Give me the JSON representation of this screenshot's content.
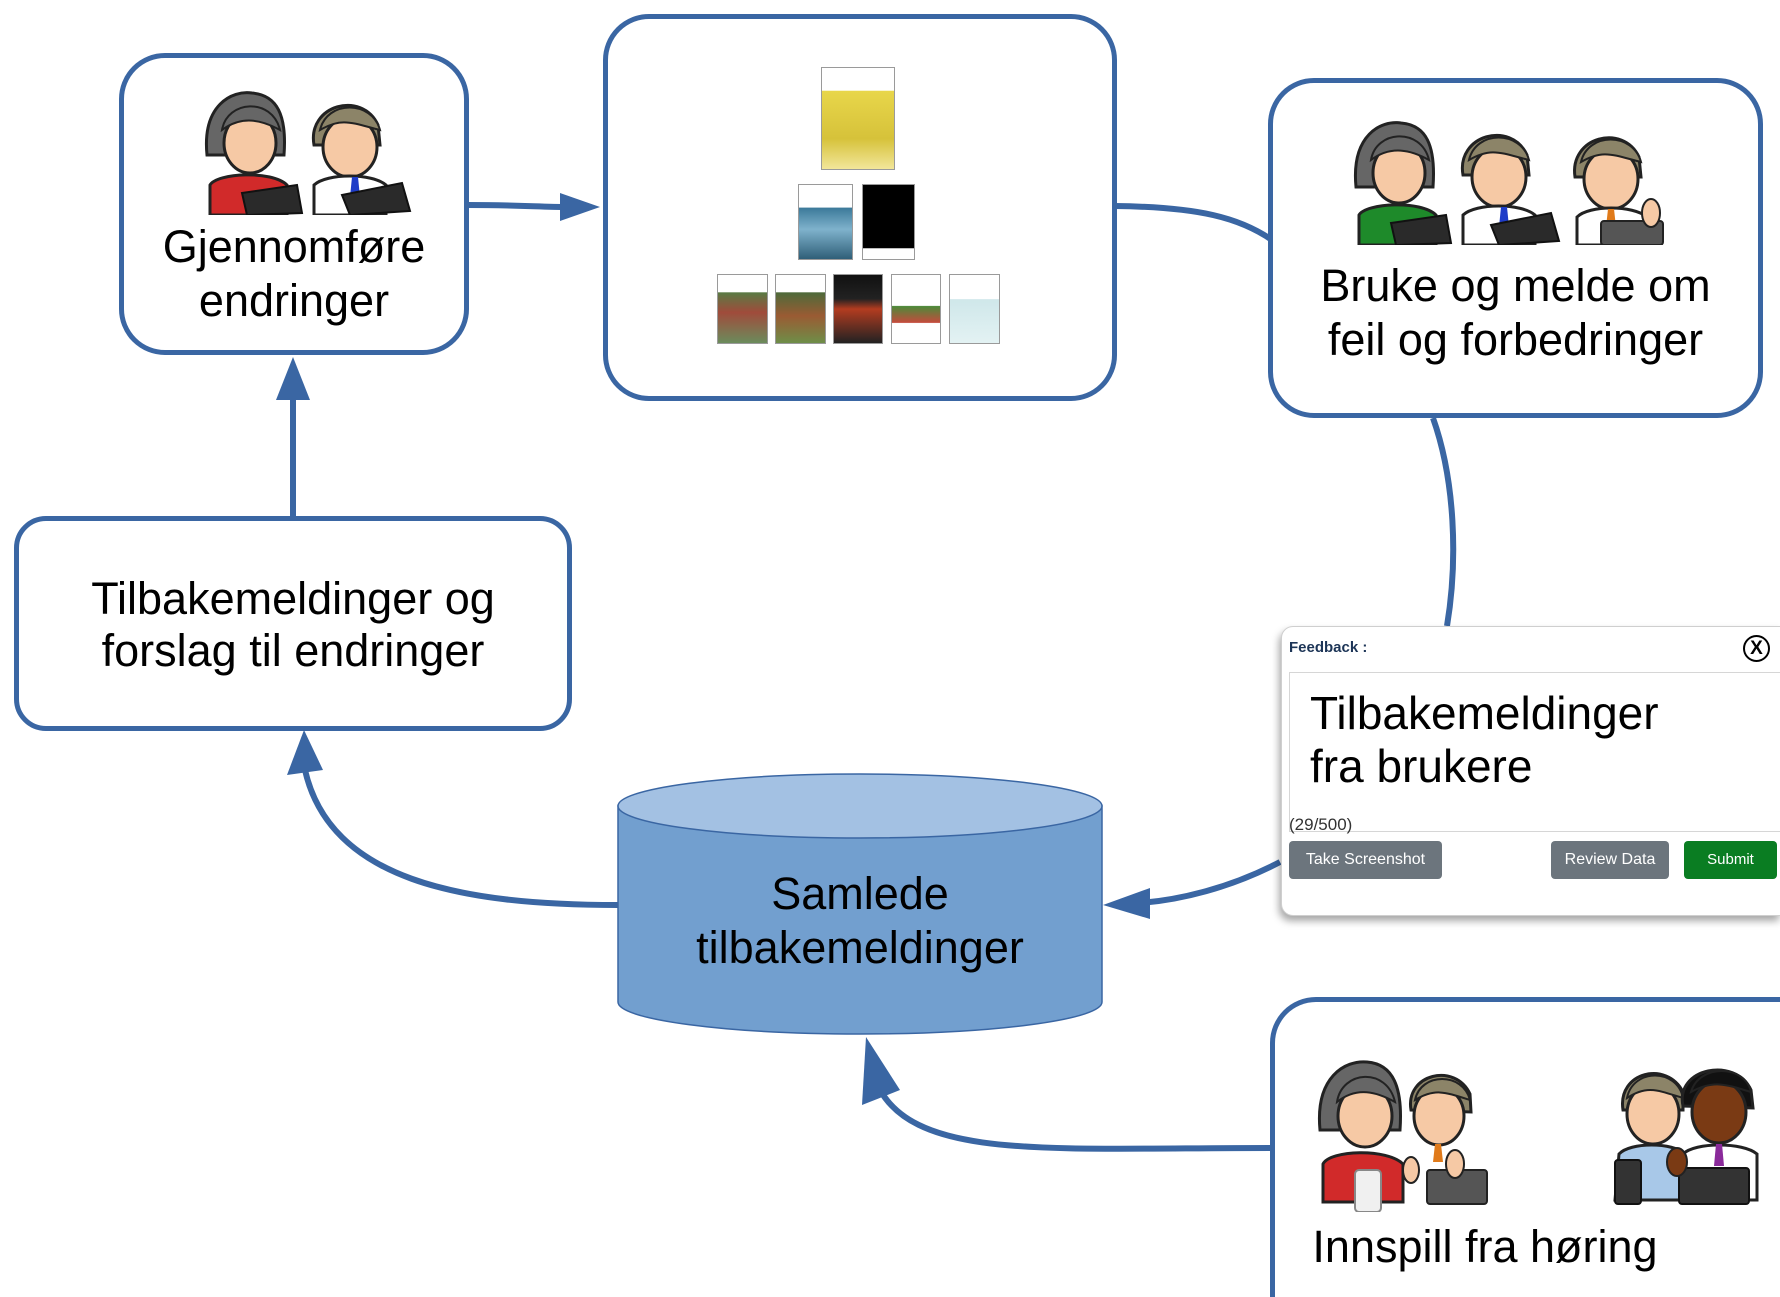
{
  "nodes": {
    "gjennomfore": {
      "label_line1": "Gjennomføre",
      "label_line2": "endringer"
    },
    "bruke": {
      "label_line1": "Bruke og melde om",
      "label_line2": "feil og forbedringer"
    },
    "tilbakemeldinger": {
      "label_line1": "Tilbakemeldinger og",
      "label_line2": "forslag til endringer"
    },
    "samlede": {
      "label_line1": "Samlede",
      "label_line2": "tilbakemeldinger"
    },
    "innspill": {
      "label": "Innspill fra høring"
    }
  },
  "feedback_widget": {
    "title": "Feedback :",
    "close_label": "X",
    "text_line1": "Tilbakemeldinger",
    "text_line2": "fra brukere",
    "counter": "(29/500)",
    "buttons": {
      "screenshot": "Take Screenshot",
      "review": "Review Data",
      "submit": "Submit"
    }
  },
  "colors": {
    "box_border": "#3a66a3",
    "arrow": "#3a66a3",
    "database_fill": "#729fcf",
    "database_top": "#a3c1e3",
    "button_grey": "#6c757d",
    "button_green": "#0a7d22"
  },
  "icons": [
    "person-woman-laptop-icon",
    "person-man-laptop-icon",
    "person-man-thumbsup-icon",
    "document-cover-icon",
    "database-icon"
  ]
}
